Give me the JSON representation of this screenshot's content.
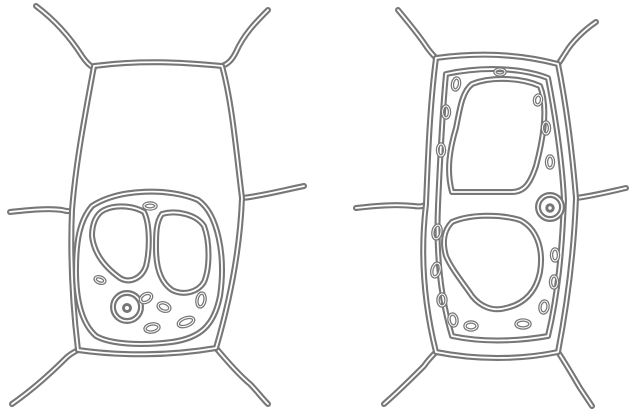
{
  "figure": {
    "background_color": "#ffffff",
    "line_color": "#777777",
    "inner_line_color": "#ffffff",
    "panels": [
      {
        "id": "left-cell",
        "vacuole_count": 2,
        "organelle_count": 7,
        "has_nucleus": true
      },
      {
        "id": "right-cell",
        "vacuole_count": 2,
        "organelle_count": 16,
        "has_nucleus": true
      }
    ]
  }
}
